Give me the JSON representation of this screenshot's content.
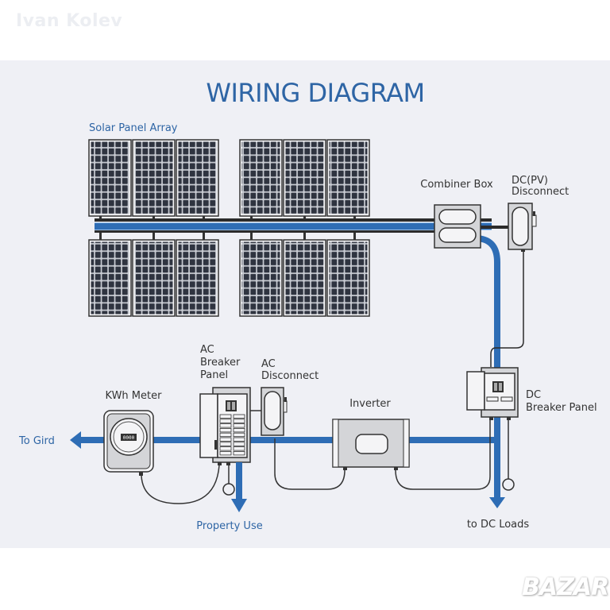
{
  "watermark": "Ivan Kolev",
  "brand_mark": "BAZAR",
  "title": "WIRING DIAGRAM",
  "colors": {
    "background": "#eff0f5",
    "accent_blue": "#2e6db5",
    "title_blue": "#2e65a5",
    "panel_dark": "#2f3440",
    "device_grey": "#d4d5d8",
    "wire": "#2b2b2b"
  },
  "labels": {
    "solar_array": "Solar Panel Array",
    "combiner_box": "Combiner Box",
    "dc_disconnect_1": "DC(PV)",
    "dc_disconnect_2": "Disconnect",
    "dc_breaker_1": "DC",
    "dc_breaker_2": "Breaker Panel",
    "inverter": "Inverter",
    "ac_disconnect_1": "AC",
    "ac_disconnect_2": "Disconnect",
    "ac_breaker_1": "AC",
    "ac_breaker_2": "Breaker",
    "ac_breaker_3": "Panel",
    "kwh_meter": "KWh Meter",
    "meter_display": "0000",
    "to_grid": "To Gird",
    "property_use": "Property Use",
    "to_dc_loads": "to DC Loads"
  },
  "solar_array": {
    "rows": 2,
    "groups_per_row": 2,
    "panels_per_group": 3,
    "cell_cols": 6,
    "cell_rows": 10
  }
}
